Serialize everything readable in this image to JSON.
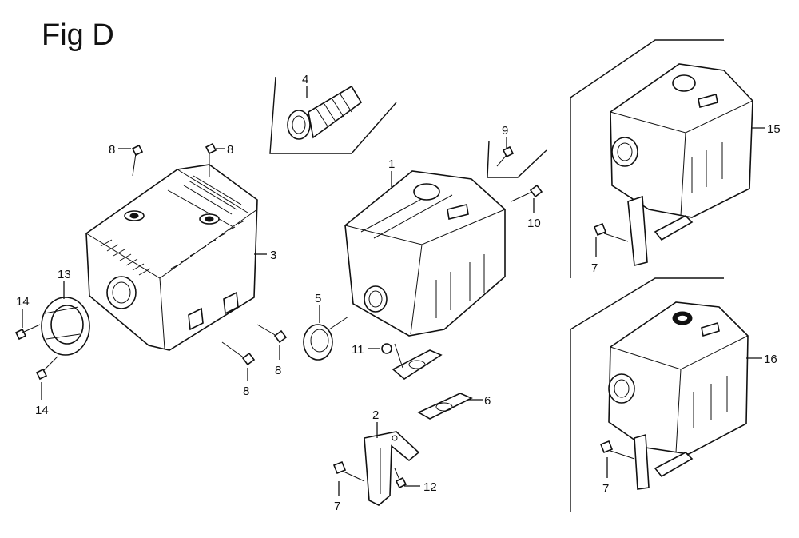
{
  "figure": {
    "title": "Fig D"
  },
  "callouts": [
    {
      "id": "c1",
      "text": "1"
    },
    {
      "id": "c2",
      "text": "2"
    },
    {
      "id": "c3",
      "text": "3"
    },
    {
      "id": "c4",
      "text": "4"
    },
    {
      "id": "c5",
      "text": "5"
    },
    {
      "id": "c6",
      "text": "6"
    },
    {
      "id": "c7a",
      "text": "7"
    },
    {
      "id": "c7b",
      "text": "7"
    },
    {
      "id": "c7c",
      "text": "7"
    },
    {
      "id": "c8a",
      "text": "8"
    },
    {
      "id": "c8b",
      "text": "8"
    },
    {
      "id": "c8c",
      "text": "8"
    },
    {
      "id": "c8d",
      "text": "8"
    },
    {
      "id": "c9",
      "text": "9"
    },
    {
      "id": "c10",
      "text": "10"
    },
    {
      "id": "c11",
      "text": "11"
    },
    {
      "id": "c12",
      "text": "12"
    },
    {
      "id": "c13",
      "text": "13"
    },
    {
      "id": "c14a",
      "text": "14"
    },
    {
      "id": "c14b",
      "text": "14"
    },
    {
      "id": "c15",
      "text": "15"
    },
    {
      "id": "c16",
      "text": "16"
    }
  ]
}
